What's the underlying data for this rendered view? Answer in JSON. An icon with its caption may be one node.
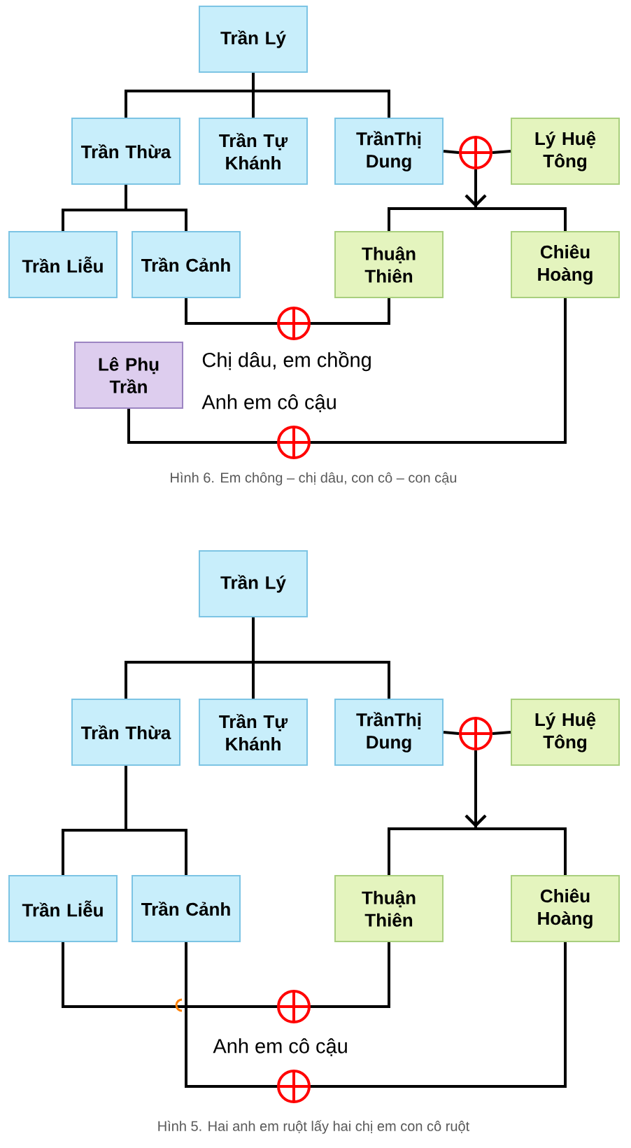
{
  "diagram": {
    "nodes": [
      {
        "text": [
          "Trần Lý"
        ]
      },
      {
        "text": [
          "Trần Thừa"
        ]
      },
      {
        "text": [
          "Trần Tự Khánh"
        ]
      },
      {
        "text": [
          "TrầnThị Dung"
        ]
      },
      {
        "text": [],
        "shape": "circle"
      },
      {
        "text": [
          "Lý Huệ Tông"
        ]
      },
      {
        "text": [
          "Trần Liễu"
        ]
      },
      {
        "text": [
          "Trần Cảnh"
        ]
      },
      {
        "text": [
          "Thuận Thiên"
        ]
      },
      {
        "text": [
          "Chiêu Hoàng"
        ]
      },
      {
        "text": [
          "Lê Phụ Trần"
        ]
      },
      {
        "text": [
          "Trần Lý"
        ]
      },
      {
        "text": [
          "Trần Thừa"
        ]
      },
      {
        "text": [
          "Trần Tự Khánh"
        ]
      },
      {
        "text": [
          "TrầnThị Dung"
        ]
      },
      {
        "text": [],
        "shape": "circle"
      },
      {
        "text": [
          "Lý Huệ Tông"
        ]
      },
      {
        "text": [
          "Trần Liễu"
        ]
      },
      {
        "text": [
          "Trần Cảnh"
        ]
      },
      {
        "text": [
          "Thuận Thiên"
        ]
      },
      {
        "text": [
          "Chiêu Hoàng"
        ]
      }
    ],
    "edges": [
      {
        "from": 0,
        "to": 1,
        "arrow": "none"
      },
      {
        "from": 0,
        "to": 2,
        "arrow": "none"
      },
      {
        "from": 0,
        "to": 3,
        "arrow": "none"
      },
      {
        "from": 1,
        "to": 6,
        "arrow": "none"
      },
      {
        "from": 1,
        "to": 7,
        "arrow": "none"
      },
      {
        "from": 3,
        "to": 4,
        "arrow": "none"
      },
      {
        "from": 4,
        "to": 5,
        "arrow": "none"
      },
      {
        "from": 4,
        "to": 8,
        "arrow": "to"
      },
      {
        "from": 4,
        "to": 9,
        "arrow": "to"
      },
      {
        "from": 7,
        "to": 8,
        "arrow": "none"
      },
      {
        "from": 10,
        "to": 9,
        "arrow": "none"
      },
      {
        "from": 11,
        "to": 12,
        "arrow": "none"
      },
      {
        "from": 11,
        "to": 13,
        "arrow": "none"
      },
      {
        "from": 11,
        "to": 14,
        "arrow": "none"
      },
      {
        "from": 12,
        "to": 17,
        "arrow": "none"
      },
      {
        "from": 12,
        "to": 18,
        "arrow": "none"
      },
      {
        "from": 14,
        "to": 15,
        "arrow": "none"
      },
      {
        "from": 15,
        "to": 16,
        "arrow": "none"
      },
      {
        "from": 15,
        "to": 19,
        "arrow": "to"
      },
      {
        "from": 15,
        "to": 20,
        "arrow": "to"
      },
      {
        "from": 17,
        "to": 19,
        "arrow": "none"
      },
      {
        "from": 18,
        "to": 20,
        "arrow": "none"
      }
    ],
    "labels": [
      "Chị dâu, em chồng",
      "Anh em cô cậu",
      "Hình 6. Em chông – chị dâu, con cô – con cậu",
      "Anh em cô cậu",
      "Hình 5. Hai anh em ruột lấy hai chị em con cô ruột"
    ]
  }
}
